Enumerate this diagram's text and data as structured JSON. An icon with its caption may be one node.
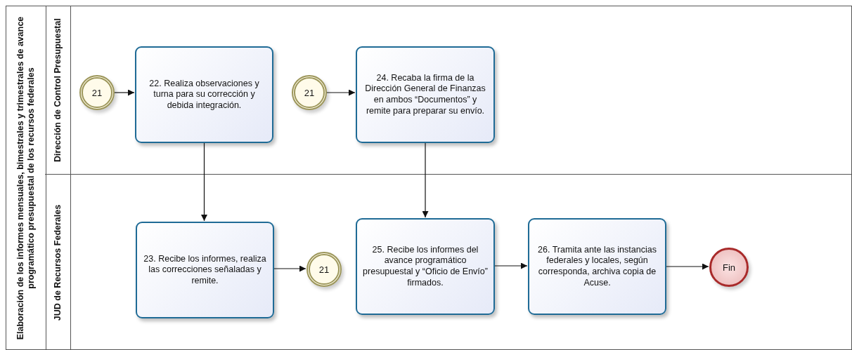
{
  "diagram": {
    "nodes": [
      {
        "text": [
          "Elaboración de los informes mensuales, bimestrales y trimestrales de avance programático presupuestal de los recursos federales"
        ]
      },
      {
        "text": [
          "Dirección de Control Presupuestal"
        ],
        "in": 0
      },
      {
        "text": [
          "21"
        ],
        "in": 1
      },
      {
        "text": [
          "22. Realiza observaciones y turna para su corrección y debida integración."
        ],
        "in": 1
      },
      {
        "text": [
          "21"
        ],
        "in": 1
      },
      {
        "text": [
          "24. Recaba la firma de la Dirección General de Finanzas en ambos “Documentos” y remite para preparar su envío."
        ],
        "in": 1
      },
      {
        "text": [
          "JUD de Recursos Federales"
        ],
        "in": 0
      },
      {
        "text": [
          "23. Recibe los informes, realiza las correcciones señaladas y remite."
        ],
        "in": 6
      },
      {
        "text": [
          "21"
        ],
        "in": 6
      },
      {
        "text": [
          "25. Recibe los informes del avance programático presupuestal y “Oficio de Envío” firmados."
        ],
        "in": 6
      },
      {
        "text": [
          "26. Tramita ante las instancias federales y locales, según corresponda, archiva copia de Acuse."
        ],
        "in": 6
      },
      {
        "text": [
          "Fin"
        ],
        "in": 6
      }
    ],
    "edges": [
      {
        "from": 2,
        "to": 3,
        "arrow": "to"
      },
      {
        "from": 4,
        "to": 5,
        "arrow": "to"
      },
      {
        "from": 3,
        "to": 7,
        "arrow": "to"
      },
      {
        "from": 5,
        "to": 9,
        "arrow": "to"
      },
      {
        "from": 7,
        "to": 8,
        "arrow": "to"
      },
      {
        "from": 9,
        "to": 10,
        "arrow": "to"
      },
      {
        "from": 10,
        "to": 11,
        "arrow": "to"
      }
    ]
  }
}
